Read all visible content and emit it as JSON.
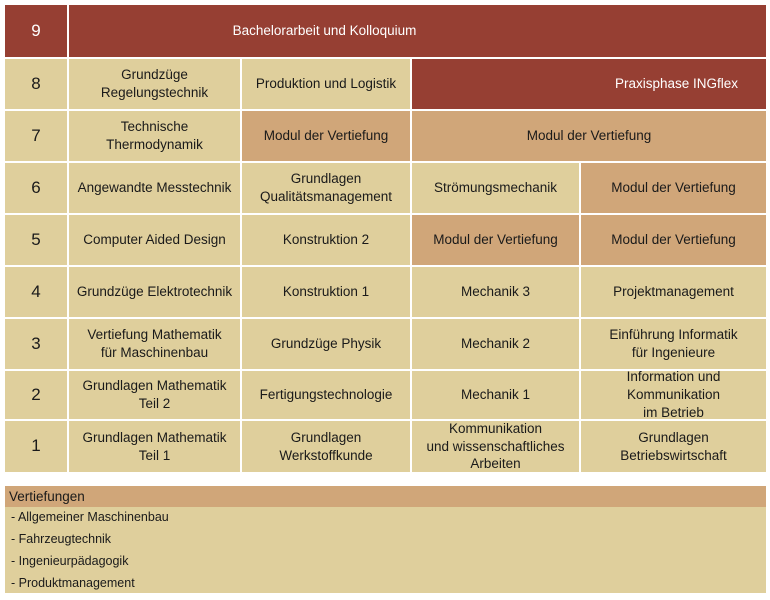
{
  "rows": [
    {
      "semester": "9",
      "cells": [
        "Bachelorarbeit und Kolloquium"
      ]
    },
    {
      "semester": "8",
      "cells": [
        "Grundzüge\nRegelungstechnik",
        "Produktion und Logistik",
        "Praxisphase INGflex"
      ]
    },
    {
      "semester": "7",
      "cells": [
        "Technische\nThermodynamik",
        "Modul der Vertiefung",
        "Modul der Vertiefung"
      ]
    },
    {
      "semester": "6",
      "cells": [
        "Angewandte Messtechnik",
        "Grundlagen\nQualitätsmanagement",
        "Strömungsmechanik",
        "Modul der Vertiefung"
      ]
    },
    {
      "semester": "5",
      "cells": [
        "Computer Aided Design",
        "Konstruktion 2",
        "Modul der Vertiefung",
        "Modul der Vertiefung"
      ]
    },
    {
      "semester": "4",
      "cells": [
        "Grundzüge Elektrotechnik",
        "Konstruktion 1",
        "Mechanik 3",
        "Projektmanagement"
      ]
    },
    {
      "semester": "3",
      "cells": [
        "Vertiefung Mathematik\nfür Maschinenbau",
        "Grundzüge Physik",
        "Mechanik 2",
        "Einführung Informatik\nfür Ingenieure"
      ]
    },
    {
      "semester": "2",
      "cells": [
        "Grundlagen Mathematik\nTeil 2",
        "Fertigungstechnologie",
        "Mechanik 1",
        "Information und\nKommunikation\nim Betrieb"
      ]
    },
    {
      "semester": "1",
      "cells": [
        "Grundlagen Mathematik\nTeil 1",
        "Grundlagen\nWerkstoffkunde",
        "Kommunikation\nund wissenschaftliches\nArbeiten",
        "Grundlagen\nBetriebswirtschaft"
      ]
    }
  ],
  "vertiefungen": {
    "title": "Vertiefungen",
    "items": [
      "- Allgemeiner Maschinenbau",
      "- Fahrzeugtechnik",
      "- Ingenieurpädagogik",
      "- Produktmanagement"
    ]
  },
  "colors": {
    "base": "#dfcf9c",
    "vertiefung": "#d0a679",
    "thesis_praxis": "#963f33"
  }
}
